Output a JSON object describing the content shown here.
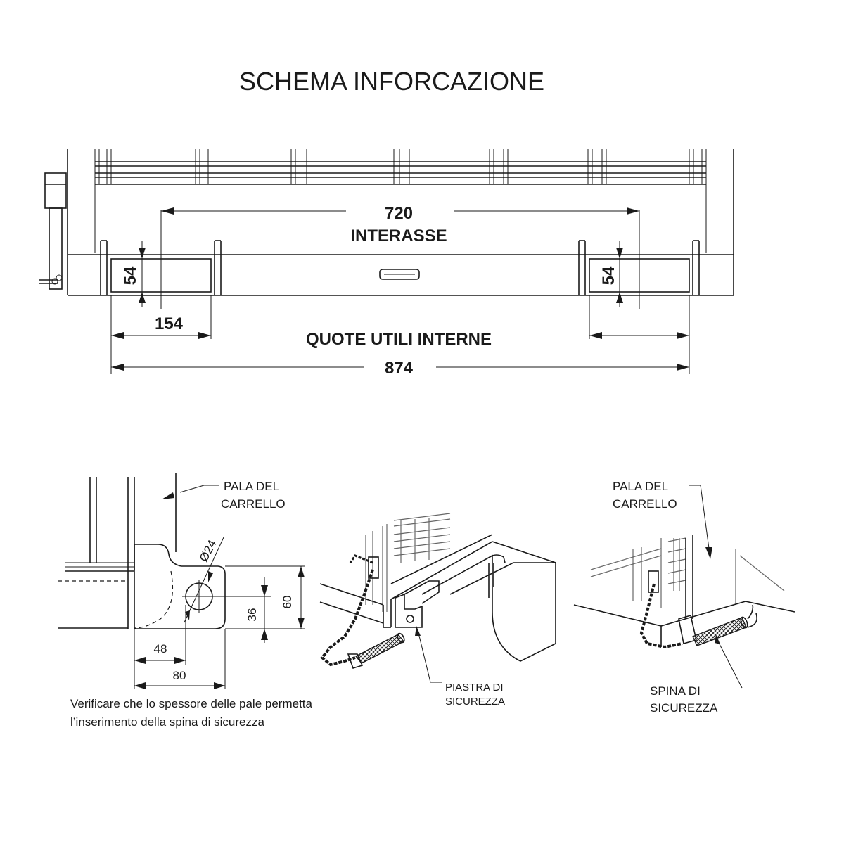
{
  "title": "SCHEMA INFORCAZIONE",
  "top_view": {
    "interasse_value": "720",
    "interasse_label": "INTERASSE",
    "height_left": "54",
    "height_right": "54",
    "pocket_width": "154",
    "section_label": "QUOTE UTILI INTERNE",
    "overall_width": "874"
  },
  "detail_left": {
    "fork_label_1": "PALA DEL",
    "fork_label_2": "CARRELLO",
    "diameter": "Ø24",
    "dim_36": "36",
    "dim_60": "60",
    "dim_48": "48",
    "dim_80": "80",
    "note_line_1": "Verificare che lo spessore delle pale permetta",
    "note_line_2": " l’inserimento della spina di sicurezza"
  },
  "detail_middle": {
    "plate_label_1": "PIASTRA DI",
    "plate_label_2": "SICUREZZA"
  },
  "detail_right": {
    "fork_label_1": "PALA DEL",
    "fork_label_2": "CARRELLO",
    "pin_label_1": "SPINA DI",
    "pin_label_2": "SICUREZZA"
  }
}
